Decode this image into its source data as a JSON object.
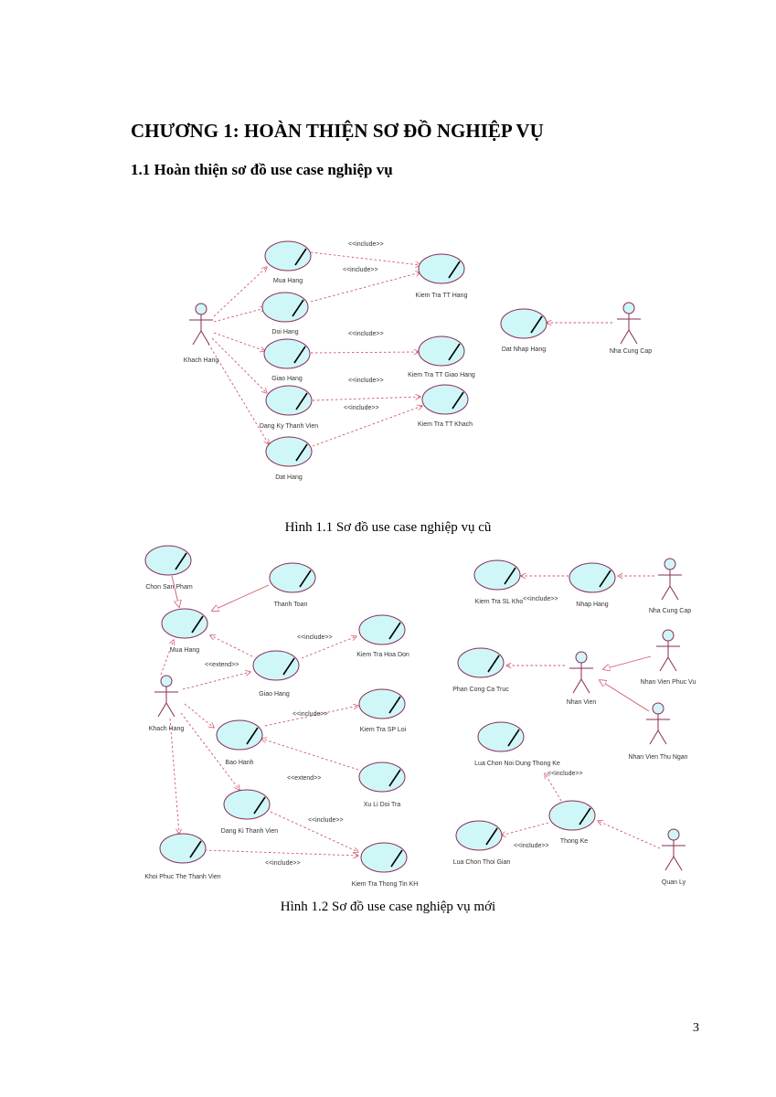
{
  "chapter_title": "CHƯƠNG 1: HOÀN THIỆN SƠ ĐỒ NGHIỆP VỤ",
  "section_title": "1.1 Hoàn thiện sơ đồ use case nghiệp vụ",
  "figures": [
    {
      "id": "old",
      "caption": "Hình 1.1 Sơ đồ use case nghiệp vụ cũ",
      "actors": {
        "khach_hang": "Khach Hang",
        "nha_cung_cap": "Nha Cung Cap"
      },
      "use_cases": {
        "mua_hang": "Mua Hang",
        "doi_hang": "Doi Hang",
        "giao_hang": "Giao Hang",
        "dang_ky": "Dang Ky Thanh Vien",
        "dat_hang": "Dat Hang",
        "kt_tt_hang": "Kiem Tra TT Hang",
        "kt_tt_giao": "Kiem Tra TT Giao Hang",
        "kt_tt_khach": "Kiem Tra TT Khach",
        "dat_nhap": "Dat Nhap Hang"
      },
      "relation_label": "<<include>>"
    },
    {
      "id": "new",
      "caption": "Hình 1.2 Sơ đồ use case nghiệp vụ mới",
      "actors": {
        "khach_hang": "Khach Hang",
        "nha_cung_cap": "Nha Cung Cap",
        "nhan_vien": "Nhan Vien",
        "nv_phuc_vu": "Nhan Vien Phuc Vu",
        "nv_thu_ngan": "Nhan Vien Thu Ngan",
        "quan_ly": "Quan Ly"
      },
      "use_cases": {
        "chon_sp": "Chon San Pham",
        "thanh_toan": "Thanh Toan",
        "mua_hang": "Mua Hang",
        "giao_hang": "Giao Hang",
        "kt_hoa_don": "Kiem Tra Hoa Don",
        "kt_sp_loi": "Kiem Tra SP Loi",
        "bao_hanh": "Bao Hanh",
        "xu_li": "Xu Li Doi Tra",
        "dang_ki": "Dang Ki Thanh Vien",
        "khoi_phuc": "Khoi Phuc The Thanh Vien",
        "kt_thong_tin": "Kiem Tra Thong Tin KH",
        "kt_sl_kho": "Kiem Tra SL Kho",
        "nhap_hang": "Nhap Hang",
        "phan_cong": "Phan Cong Ca Truc",
        "lc_noi_dung": "Lua Chon Noi Dung Thong Ke",
        "thong_ke": "Thong Ke",
        "lc_thoi_gian": "Lua Chon Thoi Gian"
      },
      "include_label": "<<include>>",
      "extend_label": "<<extend>>"
    }
  ],
  "page_number": "3",
  "colors": {
    "usecase_fill": "#cff7f7",
    "edge": "#d2556e",
    "outline": "#8a2a55"
  }
}
